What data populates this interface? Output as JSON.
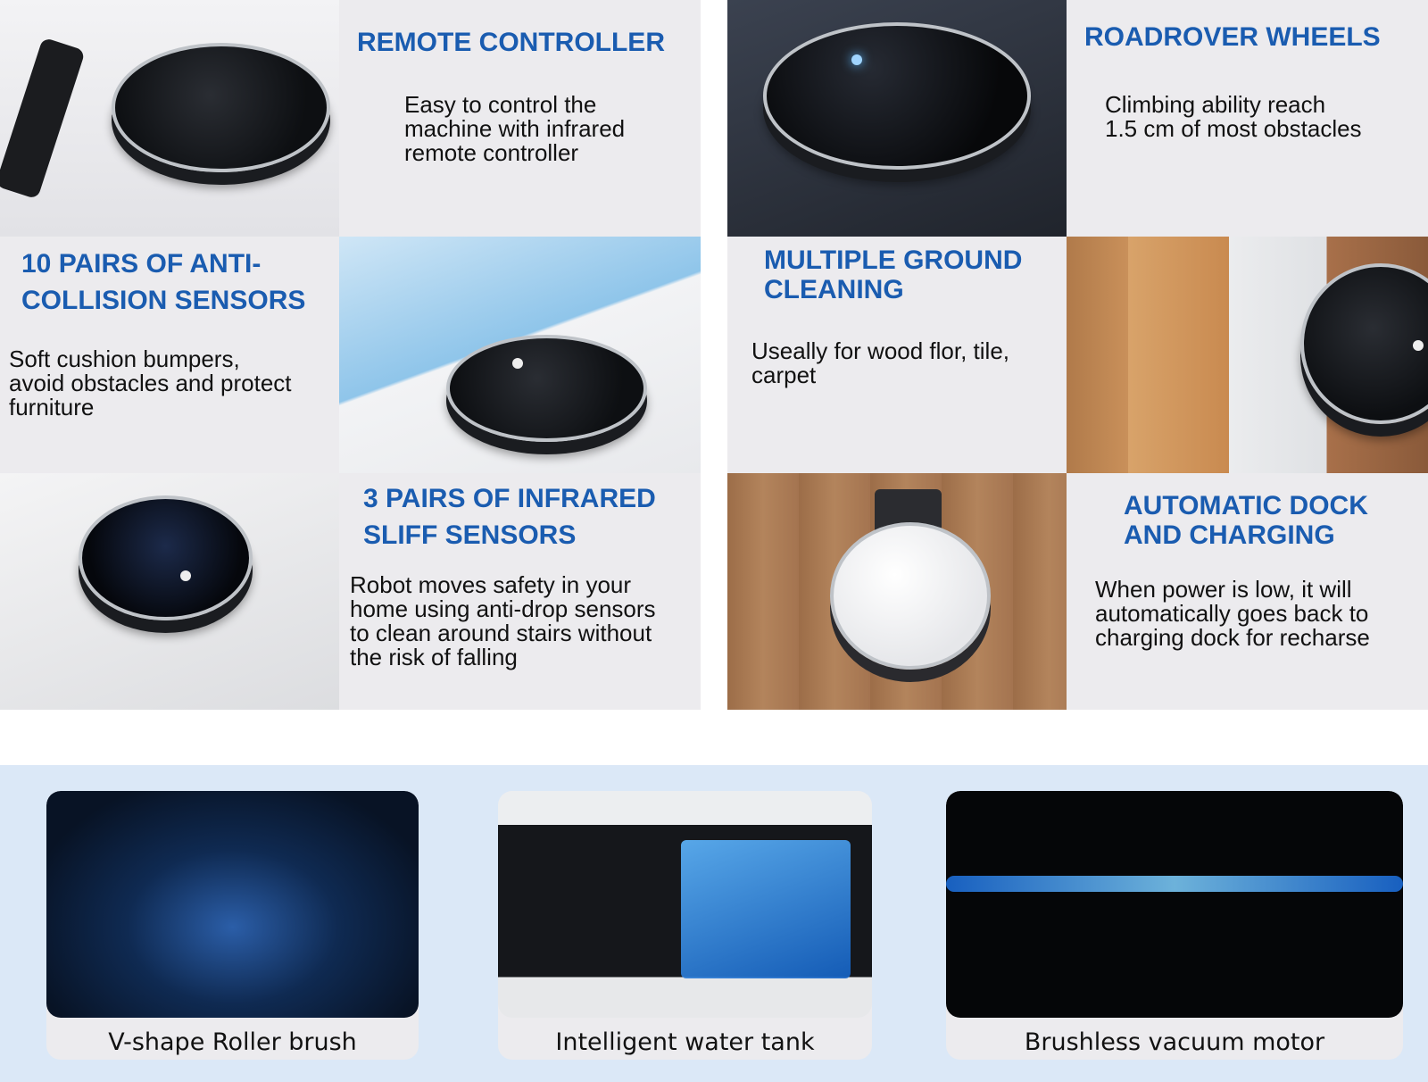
{
  "features": [
    {
      "title": "REMOTE CONTROLLER",
      "text_lines": [
        "Easy to control the",
        "machine with infrared",
        "remote controller"
      ]
    },
    {
      "title_lines": [
        "10 PAIRS OF ANTI-",
        "COLLISION SENSORS"
      ],
      "text_lines": [
        "Soft cushion bumpers,",
        "avoid obstacles and protect",
        "furniture"
      ]
    },
    {
      "title_lines": [
        "3 PAIRS OF INFRARED",
        "SLIFF SENSORS"
      ],
      "text_lines": [
        "Robot moves safety in your",
        "home using anti-drop sensors",
        "to clean around stairs without",
        "the risk of falling"
      ]
    },
    {
      "title": "ROADROVER WHEELS",
      "text_lines": [
        "Climbing ability reach",
        "1.5 cm of most obstacles"
      ]
    },
    {
      "title_lines": [
        "MULTIPLE GROUND",
        "CLEANING"
      ],
      "text_lines": [
        "Useally for wood flor, tile,",
        "carpet"
      ]
    },
    {
      "title_lines": [
        "AUTOMATIC DOCK",
        "AND CHARGING"
      ],
      "text_lines": [
        "When power is low, it will",
        "automatically goes back to",
        "charging dock for recharse"
      ]
    }
  ],
  "components": [
    {
      "caption": "V-shape Roller brush"
    },
    {
      "caption": "Intelligent water tank"
    },
    {
      "caption": "Brushless vacuum motor"
    }
  ],
  "colors": {
    "heading": "#1a5cb0",
    "panel": "#ecebee",
    "band": "#dbe8f7"
  }
}
